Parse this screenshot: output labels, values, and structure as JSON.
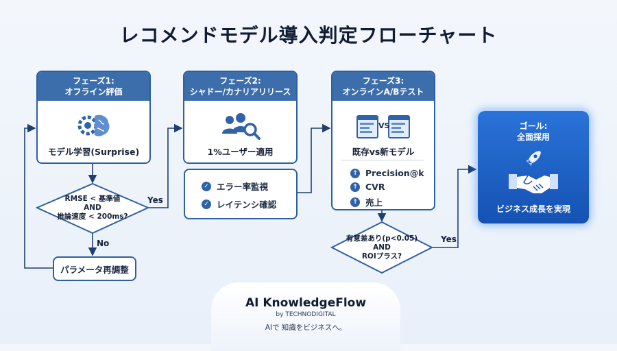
{
  "title": "レコメンドモデル導入判定フローチャート",
  "phases": [
    {
      "header_line1": "フェーズ1:",
      "header_line2": "オフライン評価",
      "label": "モデル学習(Surprise)",
      "icon": "brain-gear-icon"
    },
    {
      "header_line1": "フェーズ2:",
      "header_line2": "シャドー/カナリアリリース",
      "label": "1%ユーザー適用",
      "icon": "users-search-icon"
    },
    {
      "header_line1": "フェーズ3:",
      "header_line2": "オンラインA/Bテスト",
      "label": "既存vs新モデル",
      "icon": "ab-compare-icon",
      "vs": "VS"
    }
  ],
  "monitor": {
    "items": [
      "エラー率監視",
      "レイテンシ確認"
    ],
    "icon": "check-circle-icon"
  },
  "metrics": {
    "items": [
      "Precision@k",
      "CVR",
      "売上"
    ],
    "icon": "arrow-up-circle-icon"
  },
  "decision1": {
    "lines": [
      "RMSE < 基準値",
      "AND",
      "推論速度 < 200ms?"
    ],
    "yes": "Yes",
    "no": "No"
  },
  "retune": {
    "label": "パラメータ再調整"
  },
  "decision2": {
    "lines": [
      "有意差あり(p<0.05)",
      "AND",
      "ROIプラス?"
    ],
    "yes": "Yes"
  },
  "goal": {
    "line1": "ゴール:",
    "line2": "全面採用",
    "footer": "ビジネス成長を実現",
    "icons": [
      "rocket-icon",
      "handshake-icon"
    ]
  },
  "brand": {
    "name": "AI KnowledgeFlow",
    "by": "by TECHNODIGITAL",
    "tagline": "AIで 知識をビジネスへ。"
  },
  "colors": {
    "primary": "#3c6eab",
    "border": "#2e5f9e",
    "goal": "#1552b3"
  }
}
